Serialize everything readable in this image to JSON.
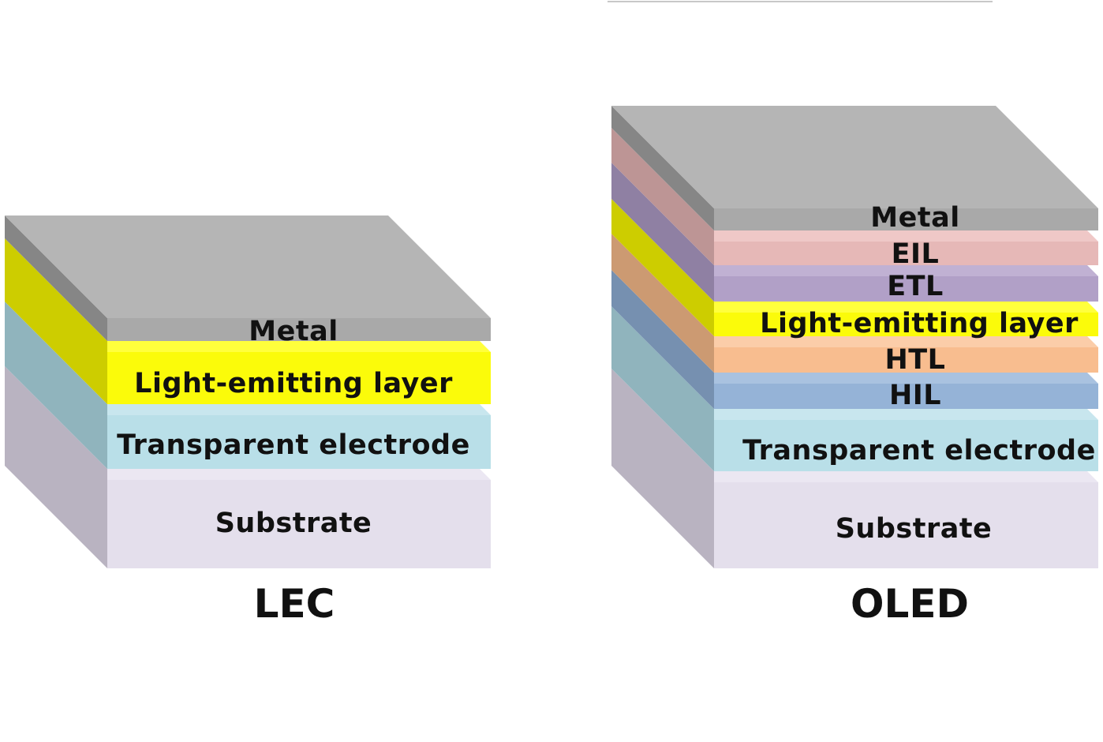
{
  "stacks": [
    {
      "id": "lec",
      "title": "LEC",
      "layers": [
        {
          "label": "Metal",
          "front": "#a9a9a9",
          "side": "#868686",
          "top": "#b5b5b5"
        },
        {
          "label": "Light-emitting layer",
          "front": "#fbfb0a",
          "side": "#cdcd00",
          "top": "#ffff3c"
        },
        {
          "label": "Transparent electrode",
          "front": "#b9dfe8",
          "side": "#90b4bd",
          "top": "#c8e6ee"
        },
        {
          "label": "Substrate",
          "front": "#e4dfec",
          "side": "#b9b3c1",
          "top": "#ebe7f2"
        }
      ]
    },
    {
      "id": "oled",
      "title": "OLED",
      "layers": [
        {
          "label": "Metal",
          "front": "#a9a9a9",
          "side": "#868686",
          "top": "#b5b5b5"
        },
        {
          "label": "EIL",
          "front": "#e6b8b7",
          "side": "#bd9595",
          "top": "#efc8c7"
        },
        {
          "label": "ETL",
          "front": "#b1a0c7",
          "side": "#8f80a3",
          "top": "#c0b1d3"
        },
        {
          "label": "Light-emitting layer",
          "front": "#fbfb0a",
          "side": "#cdcd00",
          "top": "#ffff3c"
        },
        {
          "label": "HTL",
          "front": "#f8bd8f",
          "side": "#cc9a72",
          "top": "#fbcda9"
        },
        {
          "label": "HIL",
          "front": "#95b3d7",
          "side": "#7690b0",
          "top": "#a9c2e0"
        },
        {
          "label": "Transparent electrode",
          "front": "#b9dfe8",
          "side": "#90b4bd",
          "top": "#c8e6ee"
        },
        {
          "label": "Substrate",
          "front": "#e4dfec",
          "side": "#b9b3c1",
          "top": "#ebe7f2"
        }
      ]
    }
  ]
}
